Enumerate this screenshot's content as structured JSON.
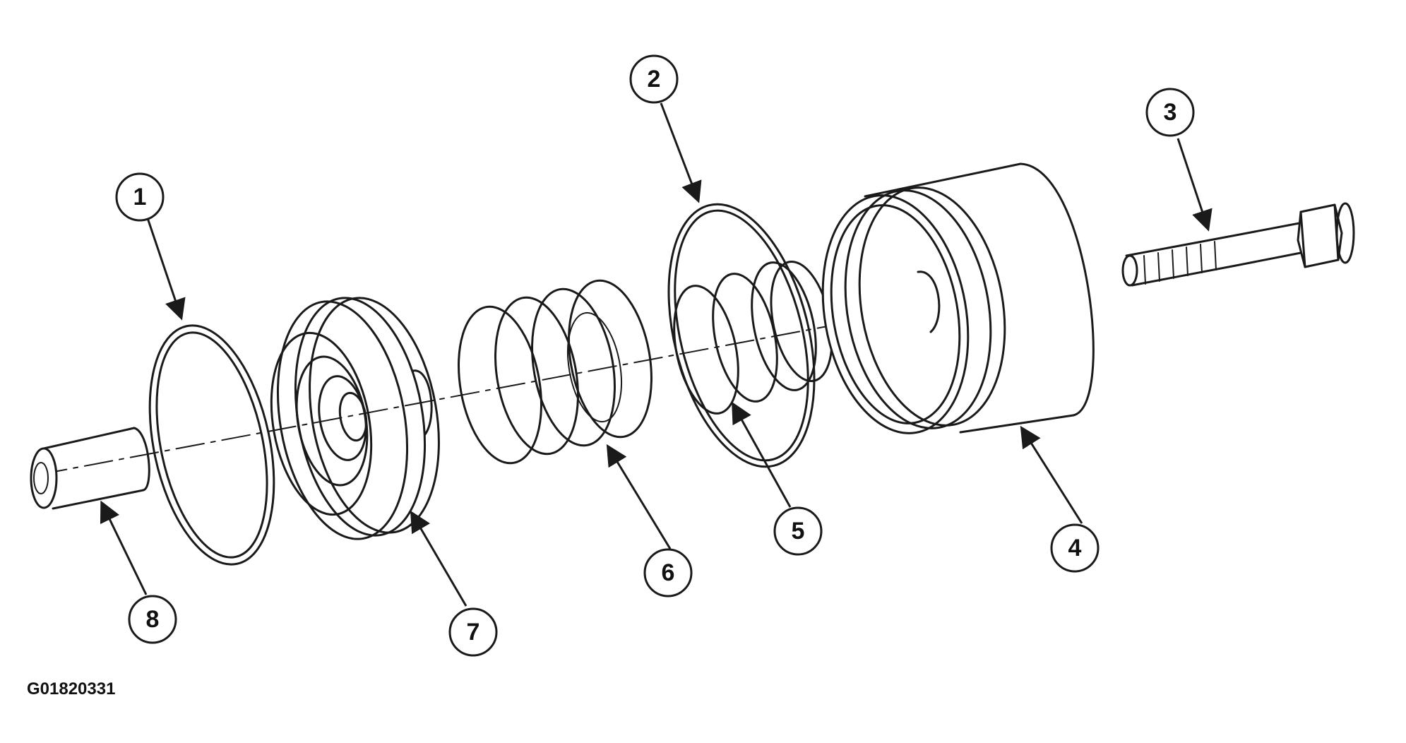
{
  "figure_id": "G01820331",
  "callouts": [
    {
      "number": "1"
    },
    {
      "number": "2"
    },
    {
      "number": "3"
    },
    {
      "number": "4"
    },
    {
      "number": "5"
    },
    {
      "number": "6"
    },
    {
      "number": "7"
    },
    {
      "number": "8"
    }
  ]
}
